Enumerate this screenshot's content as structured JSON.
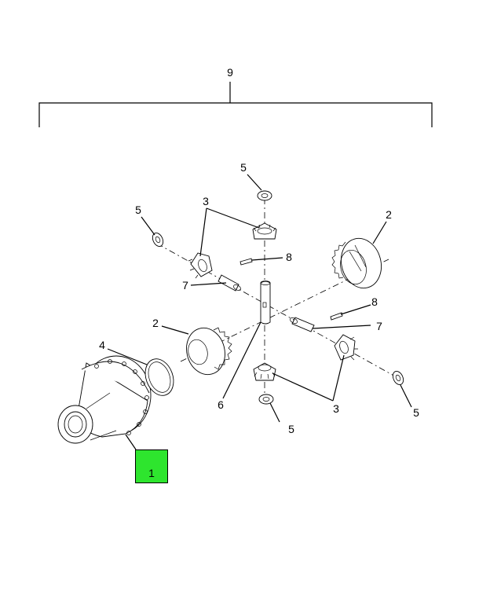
{
  "diagram": {
    "assembly_callout": "9",
    "highlight_color": "#2ee52e",
    "callouts": {
      "c5_top": "5",
      "c5_left": "5",
      "c3_top": "3",
      "c2_right": "2",
      "c8_top": "8",
      "c7_left": "7",
      "c2_left": "2",
      "c4": "4",
      "c8_right": "8",
      "c7_right": "7",
      "c6": "6",
      "c3_bottom": "3",
      "c5_bottom": "5",
      "c5_right": "5"
    },
    "selected_part": "1"
  }
}
